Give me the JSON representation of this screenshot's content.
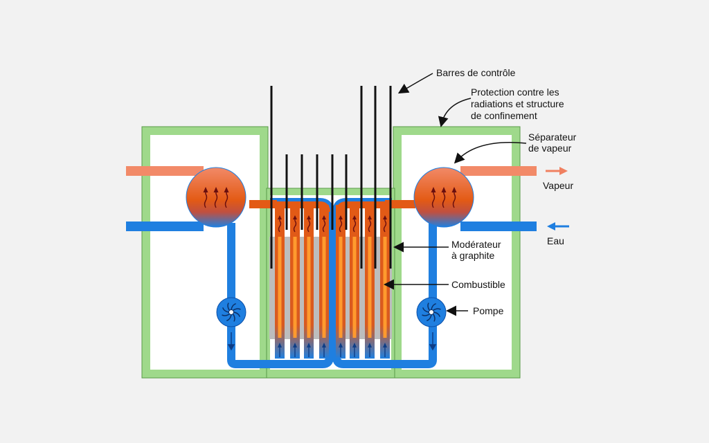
{
  "labels": {
    "control_rods": "Barres de contrôle",
    "protection_line1": "Protection contre les",
    "protection_line2": "radiations et structure",
    "protection_line3": "de confinement",
    "separator_line1": "Séparateur",
    "separator_line2": "de vapeur",
    "steam": "Vapeur",
    "water": "Eau",
    "moderator_line1": "Modérateur",
    "moderator_line2": "à graphite",
    "fuel": "Combustible",
    "pump": "Pompe"
  },
  "colors": {
    "background": "#f2f2f2",
    "shield": "#9fd98b",
    "shield_border": "#5a9a48",
    "interior": "#ffffff",
    "water": "#1f7fe0",
    "water_dark": "#0b4fa8",
    "steam": "#f28a68",
    "hot": "#e35a15",
    "fuel": "#ff9a2e",
    "graphite": "#bdbdbd",
    "rod": "#111111",
    "arrow_dark": "#6a0f0f",
    "arrow_water": "#0d3d86",
    "steam_arrow": "#f08060",
    "water_arrow": "#1f7fe0"
  },
  "icons": {
    "pump": "pump-impeller-icon",
    "steam_out": "arrow-right-icon",
    "water_in": "arrow-left-icon"
  }
}
